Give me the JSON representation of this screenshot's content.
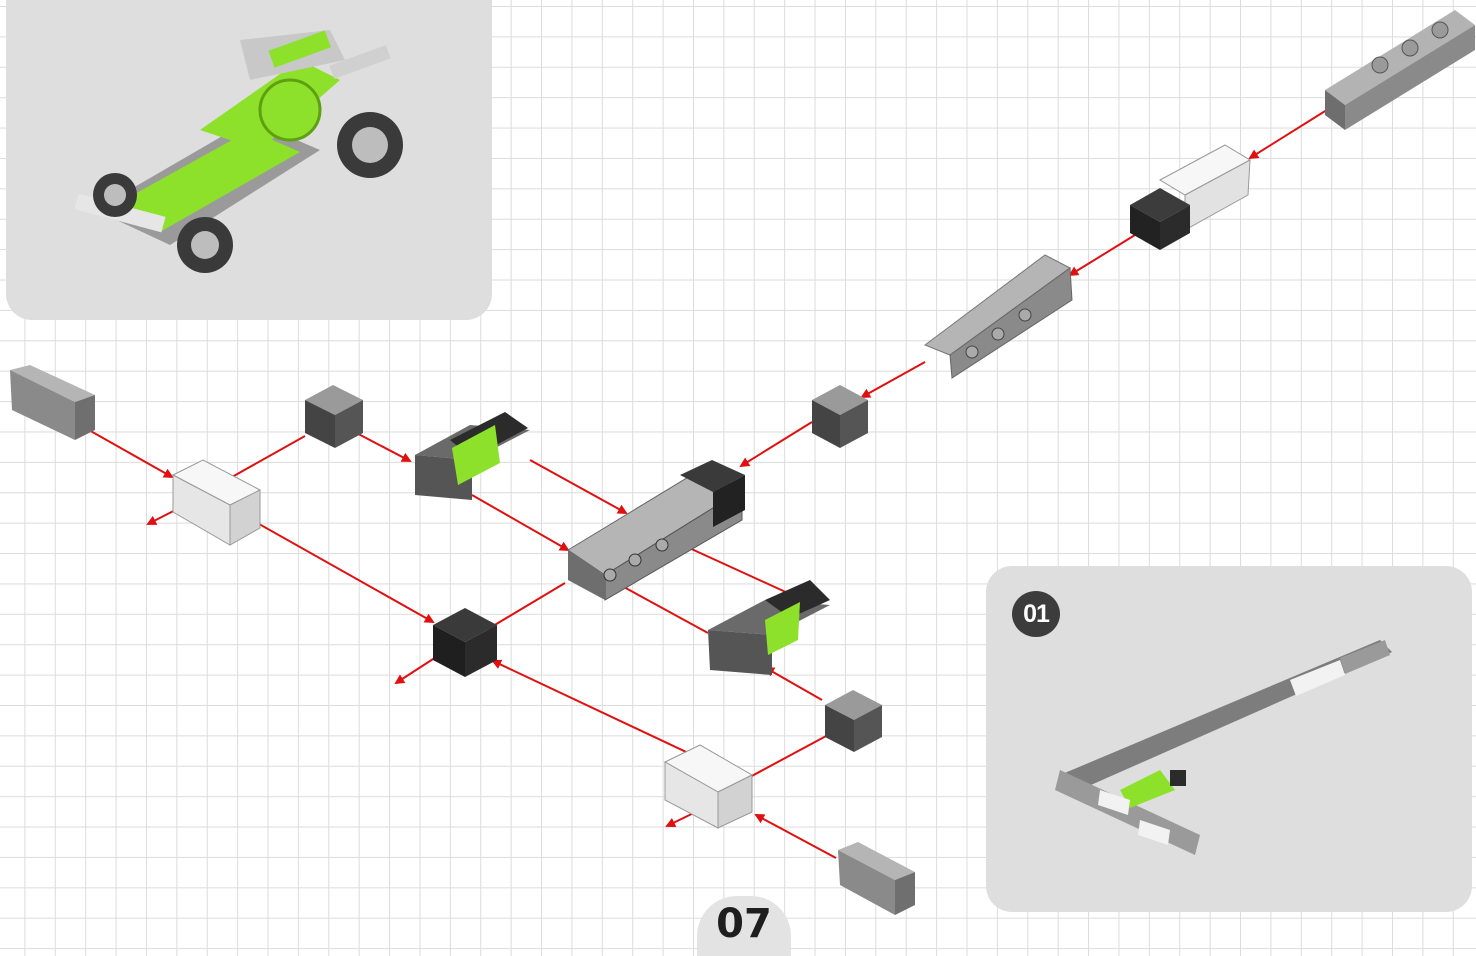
{
  "step": {
    "badge": "01"
  },
  "page": {
    "number": "07"
  },
  "colors": {
    "accent_green": "#8ee12a",
    "arrow_red": "#e01010",
    "part_gray": "#8a8a8a",
    "part_dark": "#2b2b2b",
    "part_white": "#f2f2f2",
    "panel_bg": "#dedede",
    "grid_line": "#dcdcdc"
  },
  "icons": {
    "preview": "finished-vehicle-model",
    "parts": [
      "beam",
      "connector-cube",
      "hinge-block",
      "axle-arrow"
    ]
  }
}
